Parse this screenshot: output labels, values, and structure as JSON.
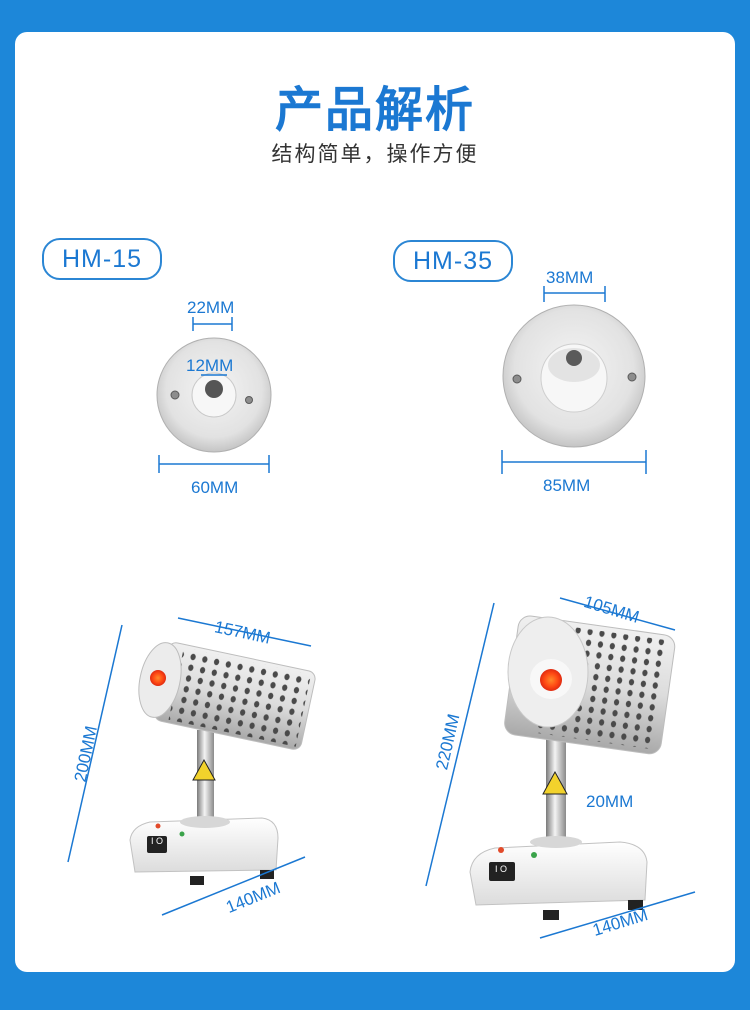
{
  "header": {
    "title": "产品解析",
    "subtitle": "结构简单，操作方便"
  },
  "models": [
    {
      "label": "HM-15",
      "inner_dim": "22MM",
      "hole_dim": "12MM",
      "width_dim": "60MM"
    },
    {
      "label": "HM-35",
      "inner_dim": "38MM",
      "width_dim": "85MM"
    }
  ],
  "side_views": [
    {
      "length_dim": "157MM",
      "height_dim": "200MM",
      "base_dim": "140MM",
      "switch_label": "I O"
    },
    {
      "length_dim": "105MM",
      "height_dim": "220MM",
      "tube_dim": "20MM",
      "base_dim": "140MM",
      "switch_label": "I O"
    }
  ],
  "colors": {
    "accent": "#1b78d2",
    "background": "#1d87d9",
    "heater_glow": "#ff5a1a"
  }
}
